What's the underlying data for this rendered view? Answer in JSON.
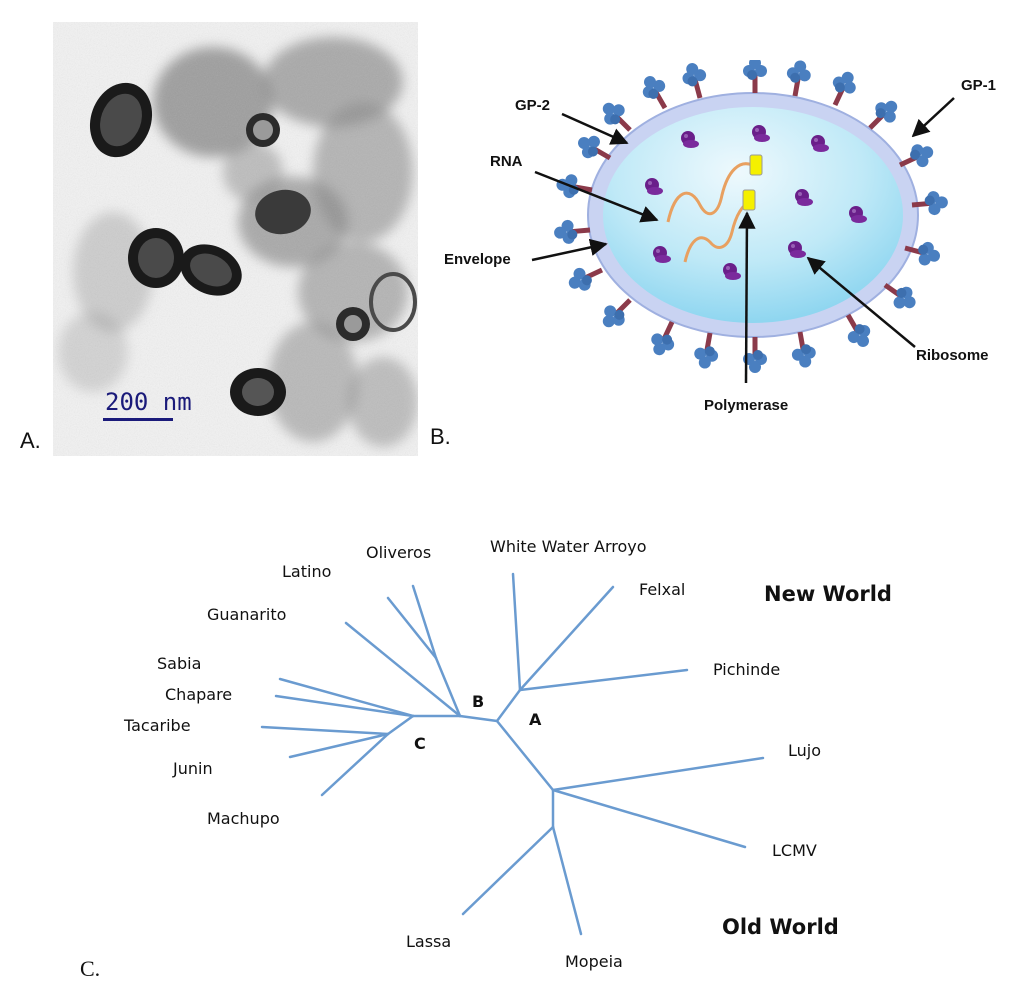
{
  "panel_a": {
    "letter": "A.",
    "scale_bar_label": "200 nm"
  },
  "panel_b": {
    "letter": "B.",
    "labels": {
      "gp2": "GP-2",
      "gp1": "GP-1",
      "rna": "RNA",
      "envelope": "Envelope",
      "ribosome": "Ribosome",
      "polymerase": "Polymerase"
    },
    "colors": {
      "envelope_outer": "#c9d3f2",
      "interior": "#bfe9f7",
      "glycoprotein": "#4a7fc0",
      "stalk": "#8b3a4a",
      "ribosome": "#6a1f8a",
      "rna": "#e8a060",
      "polymerase": "#f5f000"
    }
  },
  "panel_c": {
    "letter": "C.",
    "node_labels": {
      "a": "A",
      "b": "B",
      "c": "C"
    },
    "group_labels": {
      "new_world": "New World",
      "old_world": "Old World"
    },
    "taxa": [
      "Oliveros",
      "White Water Arroyo",
      "Latino",
      "Felxal",
      "Guanarito",
      "Pichinde",
      "Sabia",
      "Chapare",
      "Tacaribe",
      "Junin",
      "Machupo",
      "Lujo",
      "LCMV",
      "Lassa",
      "Mopeia"
    ],
    "colors": {
      "branch": "#6a9bd0"
    }
  }
}
